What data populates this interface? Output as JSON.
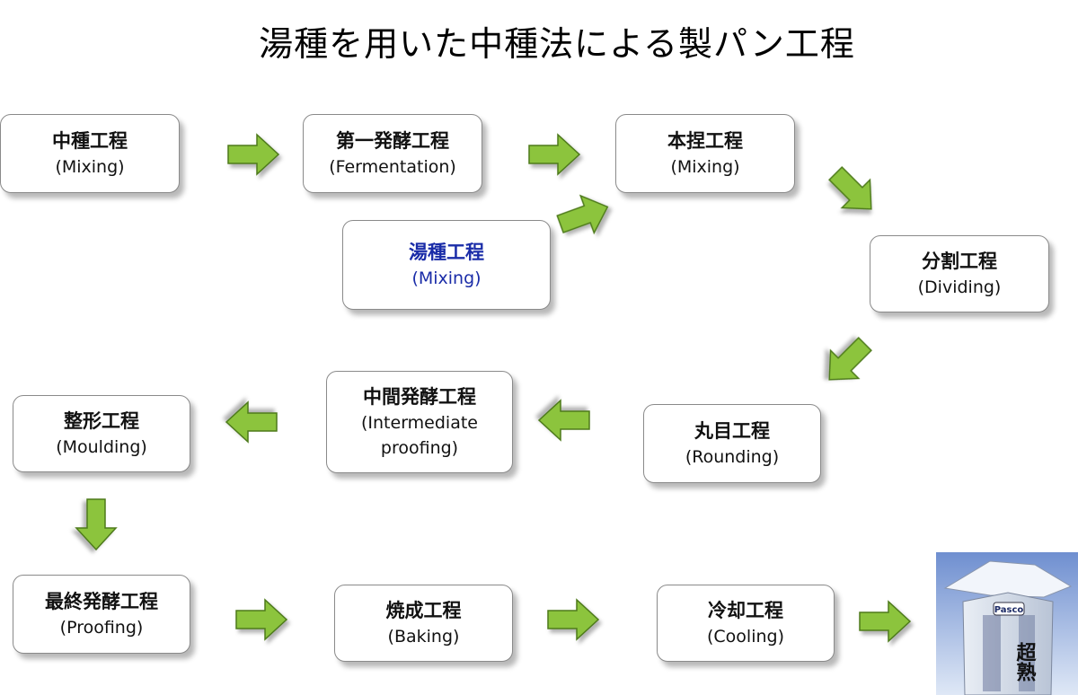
{
  "title": "湯種を用いた中種法による製パン工程",
  "steps": [
    {
      "jp": "中種工程",
      "en": "(Mixing)"
    },
    {
      "jp": "第一発酵工程",
      "en": "(Fermentation)"
    },
    {
      "jp": "本捏工程",
      "en": "(Mixing)"
    },
    {
      "jp": "湯種工程",
      "en": "(Mixing)"
    },
    {
      "jp": "分割工程",
      "en": "(Dividing)"
    },
    {
      "jp": "丸目工程",
      "en": "(Rounding)"
    },
    {
      "jp": "中間発酵工程",
      "en": "(Intermediate\n   proofing)"
    },
    {
      "jp": "整形工程",
      "en": "(Moulding)"
    },
    {
      "jp": "最終発酵工程",
      "en": "(Proofing)"
    },
    {
      "jp": "焼成工程",
      "en": "(Baking)"
    },
    {
      "jp": "冷却工程",
      "en": "(Cooling)"
    }
  ],
  "product": {
    "icon": "bread-package-icon",
    "brand": "Pasco",
    "label": "超熟"
  },
  "colors": {
    "arrow_fill": "#8cc43c",
    "arrow_stroke": "#4e7a1c",
    "yudane_text": "#1a2ca8"
  }
}
